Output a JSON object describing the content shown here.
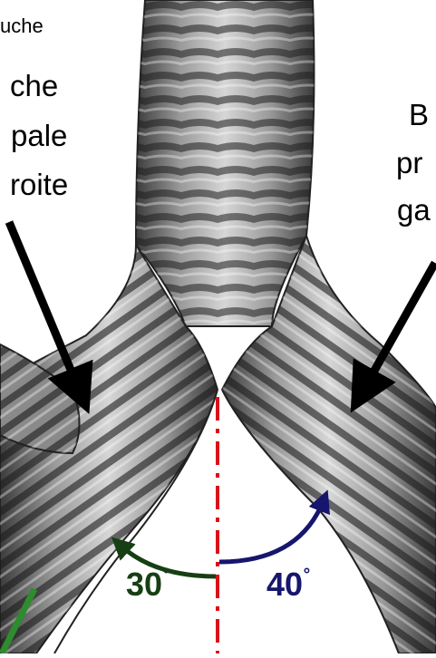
{
  "labels": {
    "top_snippet": "uche",
    "right_bronchus": [
      "che",
      "pale",
      "roite"
    ],
    "left_bronchus": [
      "B",
      "pr",
      "ga"
    ]
  },
  "angles": {
    "right": {
      "value": "30",
      "unit": "˚",
      "color": "#173f14"
    },
    "left": {
      "value": "40",
      "unit": "˚",
      "color": "#16166e"
    }
  },
  "colors": {
    "midline": "#d9121a",
    "right_arrow_arc": "#173f14",
    "left_arrow_arc": "#16166e",
    "green_line": "#2e8b2e",
    "pointer_arrows": "#000000"
  }
}
